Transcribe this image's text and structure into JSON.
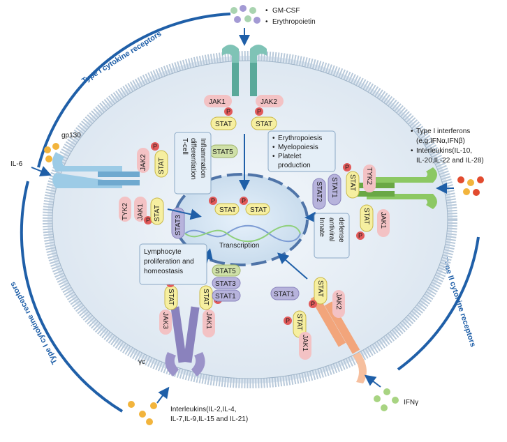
{
  "arc_labels": {
    "top_left": "Type I cytokine receptors",
    "bottom_left": "Type I cytokine receptors",
    "right": "Type II cytokine receptors"
  },
  "ligands": {
    "gm_csf": "GM-CSF",
    "epo": "Erythropoietin",
    "il6": "IL-6",
    "gp130": "gp130",
    "ifn_type1": "Type I interferons",
    "ifn_type1_eg": "(e.g.IFNα,IFNβ)",
    "interleukins_r1": "Interleukins(IL-10,",
    "interleukins_r2": "IL-20,IL-22 and IL-28)",
    "ifng": "IFNγ",
    "gc_il_1": "Interleukins(IL-2,IL-4,",
    "gc_il_2": "IL-7,IL-9,IL-15 and IL-21)",
    "yc": "γc"
  },
  "proteins": {
    "jak1": "JAK1",
    "jak2": "JAK2",
    "jak3": "JAK3",
    "tyk2": "TYK2",
    "stat": "STAT",
    "stat1": "STAT1",
    "stat2": "STAT2",
    "stat3": "STAT3",
    "stat5": "STAT5",
    "p": "P"
  },
  "outcomes": {
    "top_1": "Erythropoiesis",
    "top_2": "Myelopoiesis",
    "top_3": "Platelet",
    "top_3b": "production",
    "left_1": "T-cell",
    "left_1b": "differentiation",
    "left_2": "Inflammation",
    "right_1": "Innate",
    "right_1b": "antiviral",
    "right_1c": "defense",
    "bottom_1": "Lymphocyte",
    "bottom_1b": "proliferation and",
    "bottom_1c": "homeostasis"
  },
  "nucleus": {
    "transcription": "Transcription"
  },
  "bullet": "•",
  "colors": {
    "arc": "#1f5fa8",
    "cell": "#e3ecf5",
    "membrane": "#b8c9da",
    "jak": "#f3c2c4",
    "stat": "#f6efa0",
    "p": "#e25a5a",
    "receptor_teal": "#7fc3b6",
    "receptor_blue": "#9ccbe6",
    "receptor_green": "#8cc863",
    "receptor_purple": "#9b93c9",
    "receptor_peach": "#f6bf9e"
  }
}
